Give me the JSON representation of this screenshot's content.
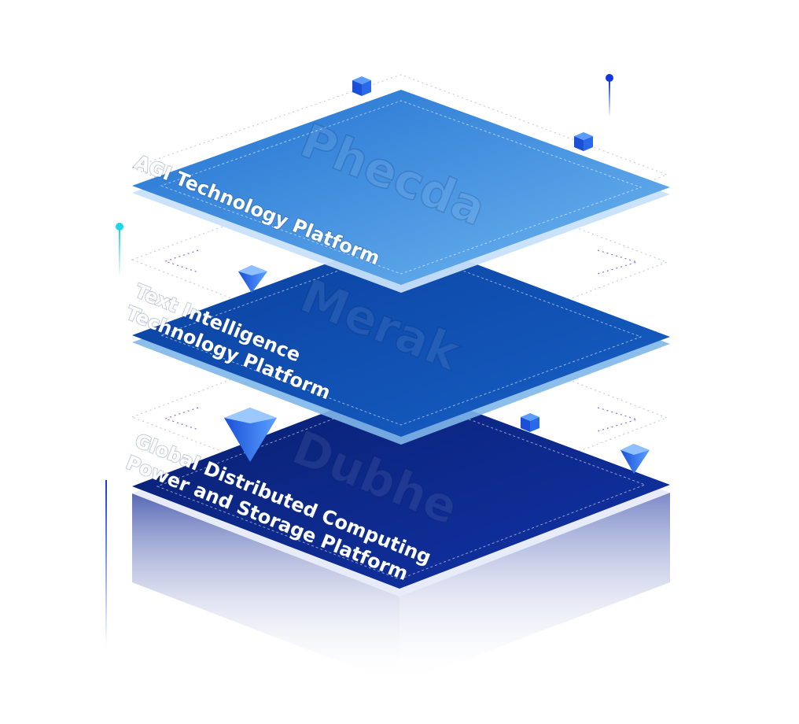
{
  "layers": [
    {
      "id": "top",
      "watermark": "Phecda",
      "label_lines": [
        "AGI Technology Platform"
      ]
    },
    {
      "id": "middle",
      "watermark": "Merak",
      "label_lines": [
        "Text Intelligence",
        "Technology Platform"
      ]
    },
    {
      "id": "bottom",
      "watermark": "Dubhe",
      "label_lines": [
        "Global Distributed Computing",
        "Power and Storage Platform"
      ]
    }
  ],
  "colors": {
    "top_plate": "#2f7fd6",
    "top_plate_light": "#5aa5ec",
    "middle_plate": "#0d4fb0",
    "bottom_plate": "#0a2a8a",
    "accent_cube": "#1b63e6",
    "pin_blue": "#1236e0",
    "pin_cyan": "#1fd6e6"
  }
}
